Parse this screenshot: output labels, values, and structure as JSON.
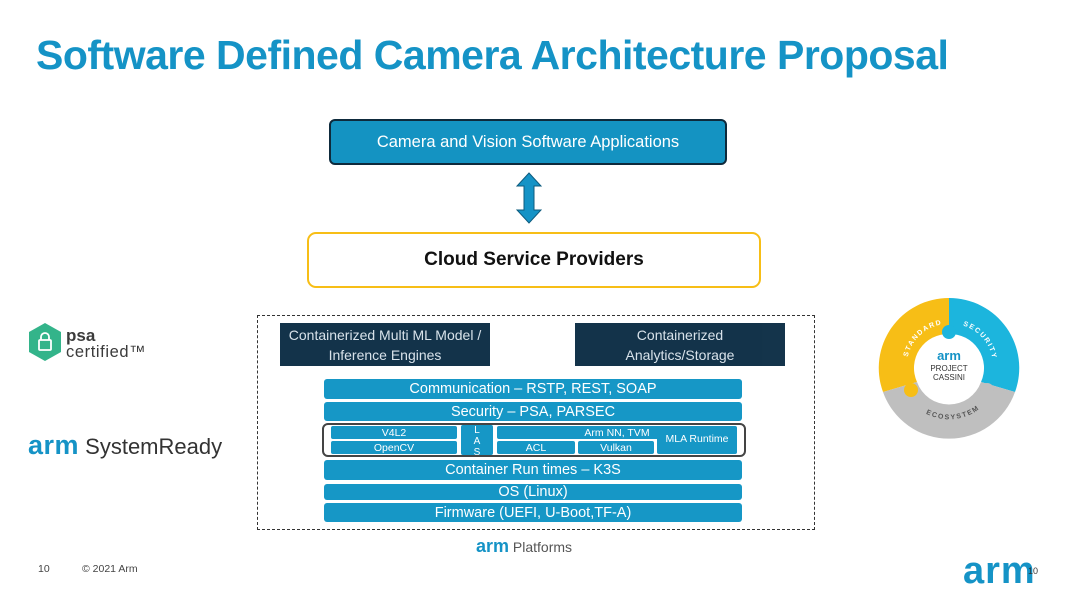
{
  "title": "Software Defined Camera Architecture Proposal",
  "apps_box": "Camera and Vision Software Applications",
  "cloud_box": "Cloud Service Providers",
  "containers": {
    "ml": "Containerized Multi ML Model / Inference Engines",
    "analytics": "Containerized Analytics/Storage"
  },
  "layers": {
    "communication": "Communication – RSTP, REST, SOAP",
    "security": "Security – PSA, PARSEC",
    "container_runtime": "Container Run times – K3S",
    "os": "OS (Linux)",
    "firmware": "Firmware (UEFI, U-Boot,TF-A)"
  },
  "libraries": {
    "v4l2": "V4L2",
    "opencv": "OpenCV",
    "las": "L\nA\nS",
    "armnn": "Arm NN, TVM",
    "acl": "ACL",
    "vulkan": "Vulkan",
    "mla": "MLA Runtime"
  },
  "psa": {
    "line1": "psa",
    "line2": "certified™"
  },
  "systemready": {
    "brand": "arm",
    "text": "SystemReady"
  },
  "cassini": {
    "brand": "arm",
    "line1": "PROJECT",
    "line2": "CASSINI",
    "standards": "STANDARDS",
    "security": "SECURITY",
    "ecosystem": "ECOSYSTEM"
  },
  "platforms": {
    "brand": "arm",
    "text": "Platforms"
  },
  "footer": {
    "page": "10",
    "copyright": "© 2021 Arm",
    "page_right": "10"
  },
  "logo": "arm",
  "colors": {
    "accent": "#1593c6",
    "dark": "#0c2d45",
    "yellow": "#f7be16",
    "grey": "#bfbfbf"
  }
}
